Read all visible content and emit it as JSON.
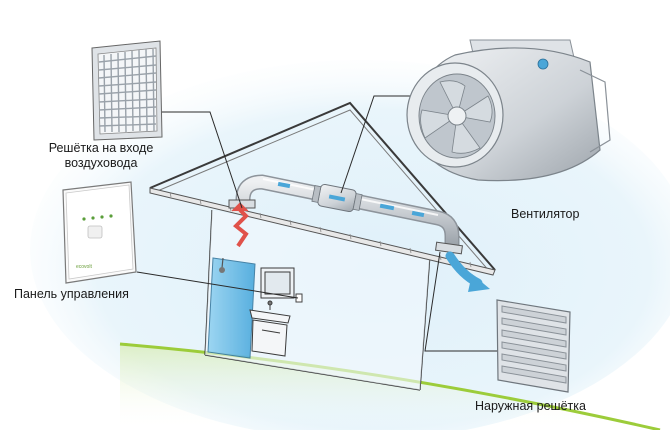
{
  "labels": {
    "inlet_grille": "Решётка на входе воздуховода",
    "control_panel": "Панель управления",
    "fan": "Вентилятор",
    "outdoor_grille": "Наружная решётка"
  },
  "panel_brand": "ecovolt",
  "colors": {
    "sky_glow": "#cfe6f3",
    "ground": "#9ccc3a",
    "line": "#2b2b2b",
    "duct": "#c9ced3",
    "airflow_in": "#e0524a",
    "airflow_out": "#4aa6d8",
    "shower": "#59b6e6"
  }
}
